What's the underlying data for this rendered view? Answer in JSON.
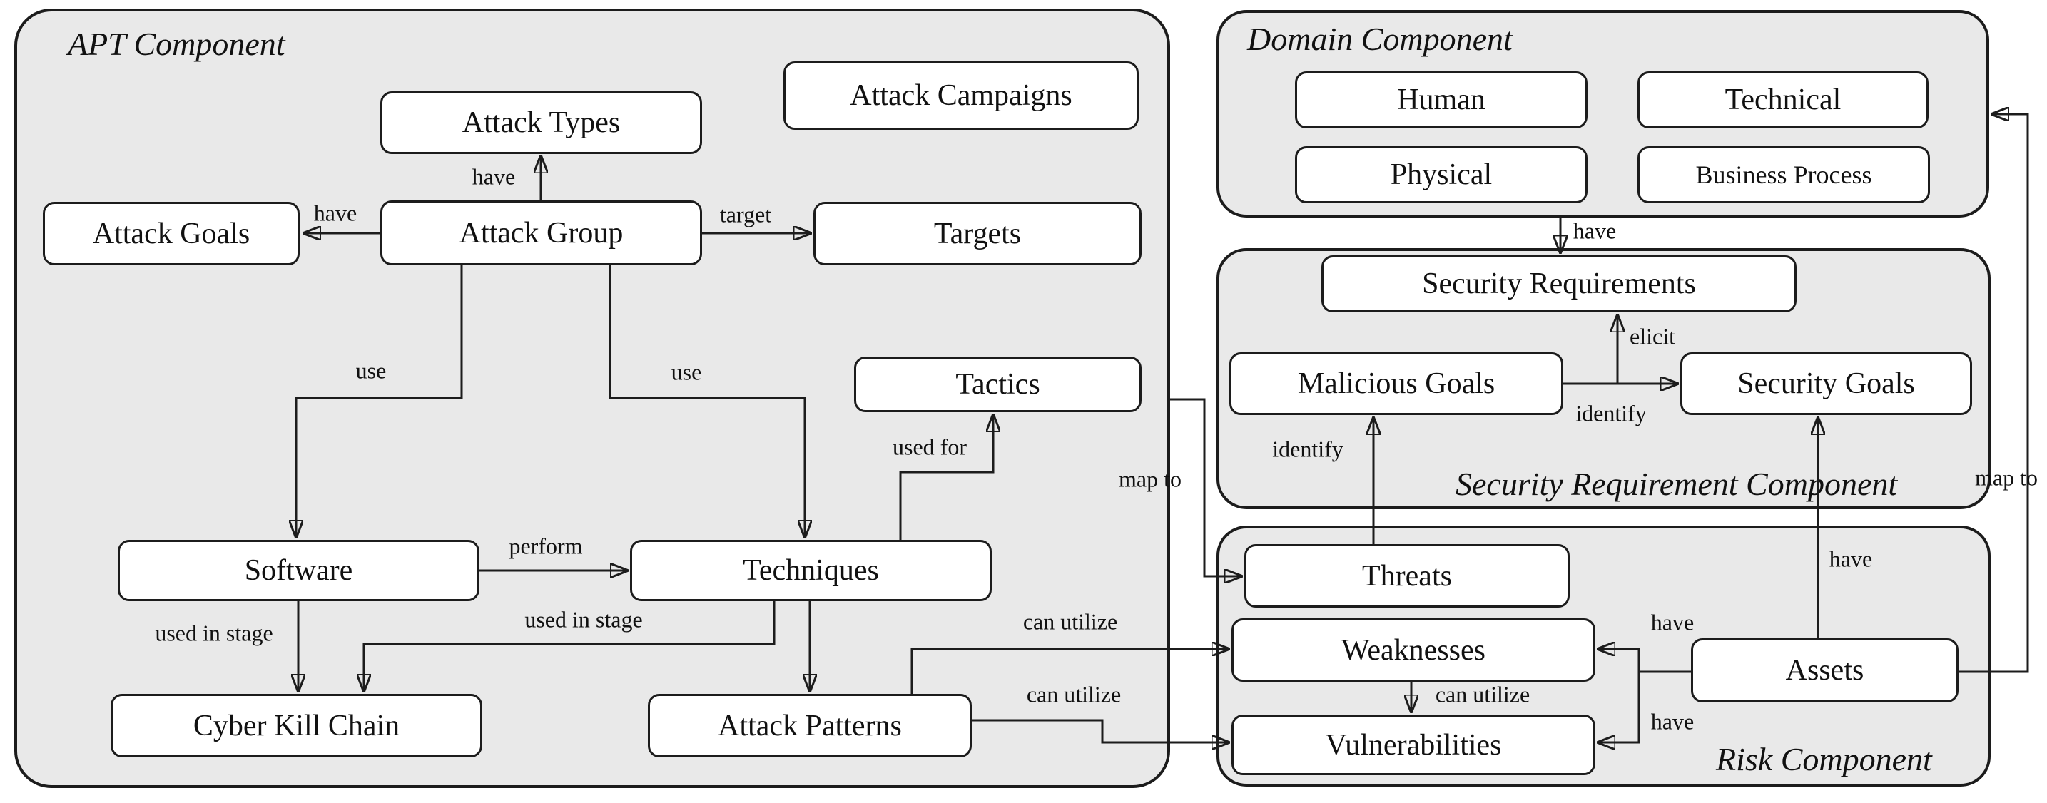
{
  "diagram": {
    "components": {
      "apt": {
        "title": "APT Component"
      },
      "domain": {
        "title": "Domain Component"
      },
      "security_requirement": {
        "title": "Security Requirement Component"
      },
      "risk": {
        "title": "Risk Component"
      }
    },
    "nodes": {
      "attack_types": "Attack Types",
      "attack_campaigns": "Attack Campaigns",
      "attack_goals": "Attack Goals",
      "attack_group": "Attack Group",
      "targets": "Targets",
      "tactics": "Tactics",
      "software": "Software",
      "techniques": "Techniques",
      "cyber_kill_chain": "Cyber Kill Chain",
      "attack_patterns": "Attack Patterns",
      "human": "Human",
      "technical": "Technical",
      "physical": "Physical",
      "business_process": "Business Process",
      "security_requirements": "Security Requirements",
      "malicious_goals": "Malicious Goals",
      "security_goals": "Security Goals",
      "threats": "Threats",
      "weaknesses": "Weaknesses",
      "vulnerabilities": "Vulnerabilities",
      "assets": "Assets"
    },
    "edge_labels": {
      "group_have_types": "have",
      "group_have_goals": "have",
      "group_target_targets": "target",
      "group_use_software": "use",
      "group_use_techniques": "use",
      "software_perform_techniques": "perform",
      "software_used_in_stage": "used in stage",
      "techniques_used_in_stage": "used in stage",
      "techniques_used_for_tactics": "used for",
      "apt_map_to_threats": "map to",
      "patterns_can_utilize_weaknesses": "can utilize",
      "patterns_can_utilize_vulnerabilities": "can utilize",
      "weaknesses_can_utilize_vulnerabilities": "can utilize",
      "domain_have_requirements": "have",
      "threats_identify_malicious_goals": "identify",
      "malicious_identify_security_goals": "identify",
      "security_goals_elicit_requirements": "elicit",
      "assets_have_security_goals": "have",
      "assets_have_weaknesses": "have",
      "assets_have_vulnerabilities": "have",
      "assets_map_to_domain": "map to"
    },
    "colors": {
      "component_fill": "#e9e9e9",
      "node_fill": "#ffffff",
      "line": "#1c1c1c"
    }
  }
}
